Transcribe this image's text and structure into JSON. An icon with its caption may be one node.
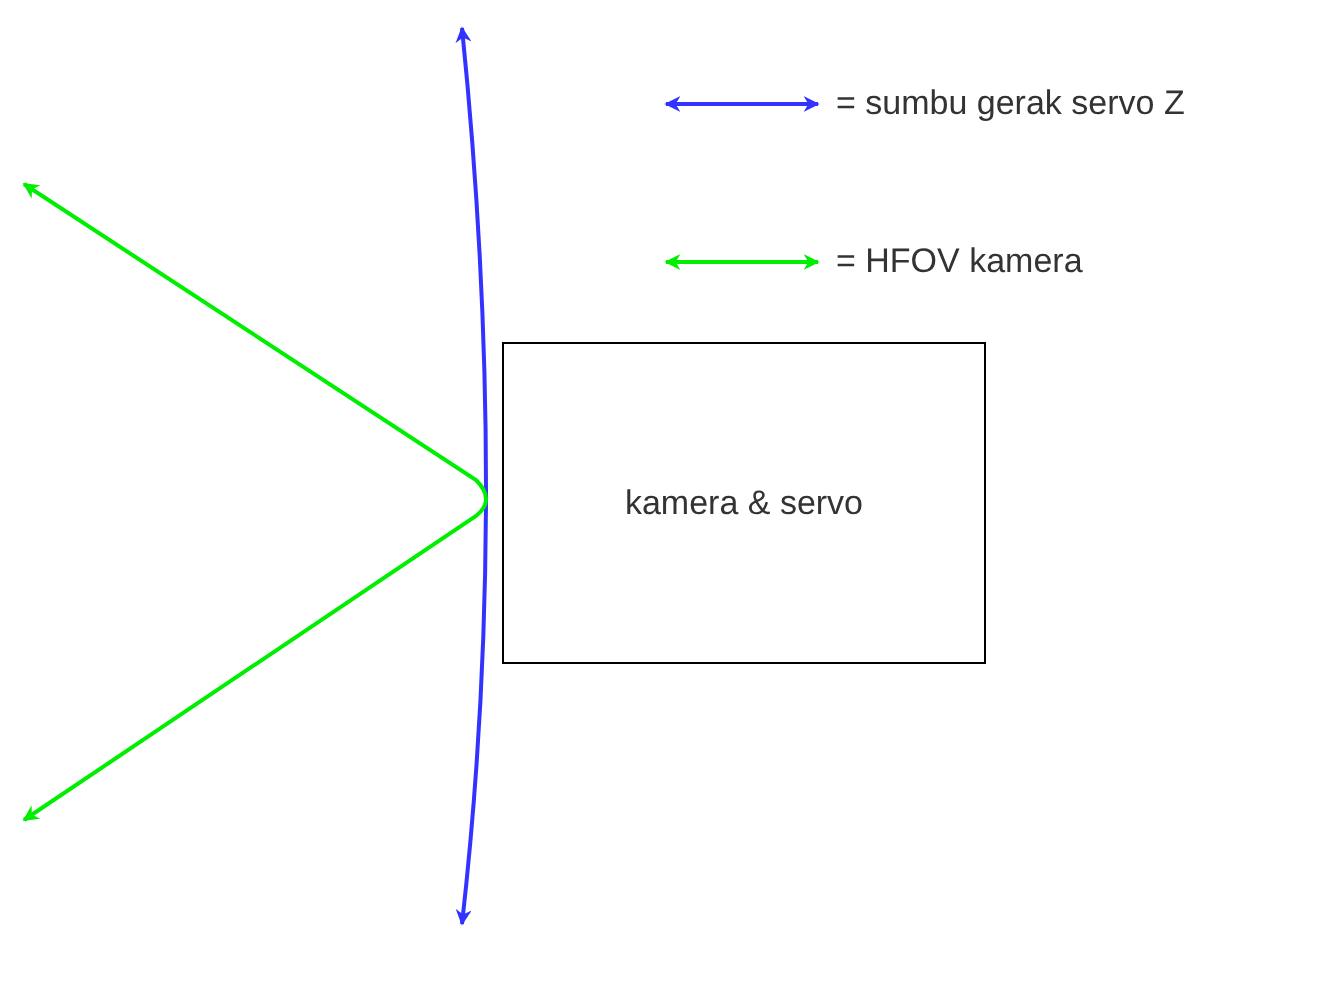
{
  "diagram": {
    "nodes": [
      {
        "text": [
          "kamera & servo"
        ]
      }
    ],
    "legend": [
      {
        "text": "= sumbu gerak servo Z"
      },
      {
        "text": "= HFOV kamera"
      }
    ]
  }
}
